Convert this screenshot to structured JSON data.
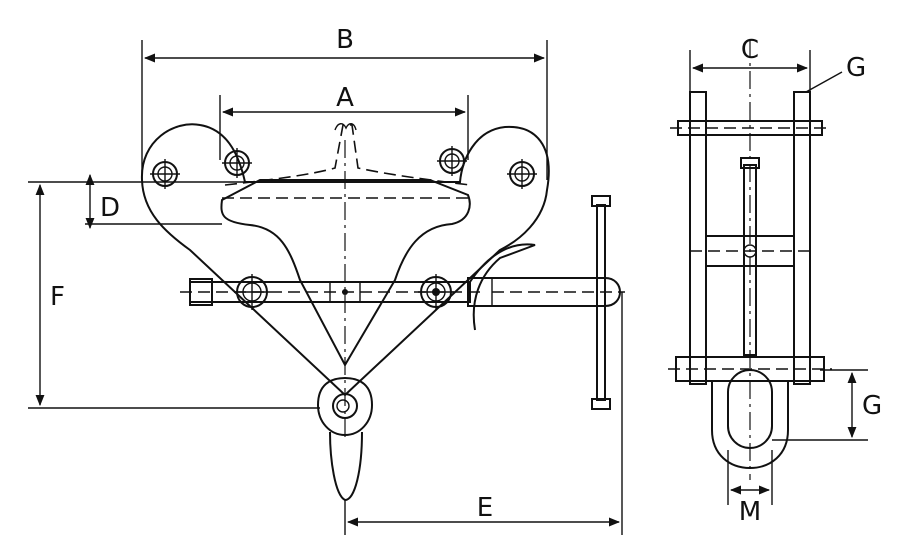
{
  "dimensions": {
    "a": "A",
    "b": "B",
    "c": "C",
    "d": "D",
    "e": "E",
    "f": "F",
    "g_top": "G",
    "g_side": "G",
    "m": "M"
  },
  "colors": {
    "stroke": "#111111",
    "background": "#ffffff"
  }
}
